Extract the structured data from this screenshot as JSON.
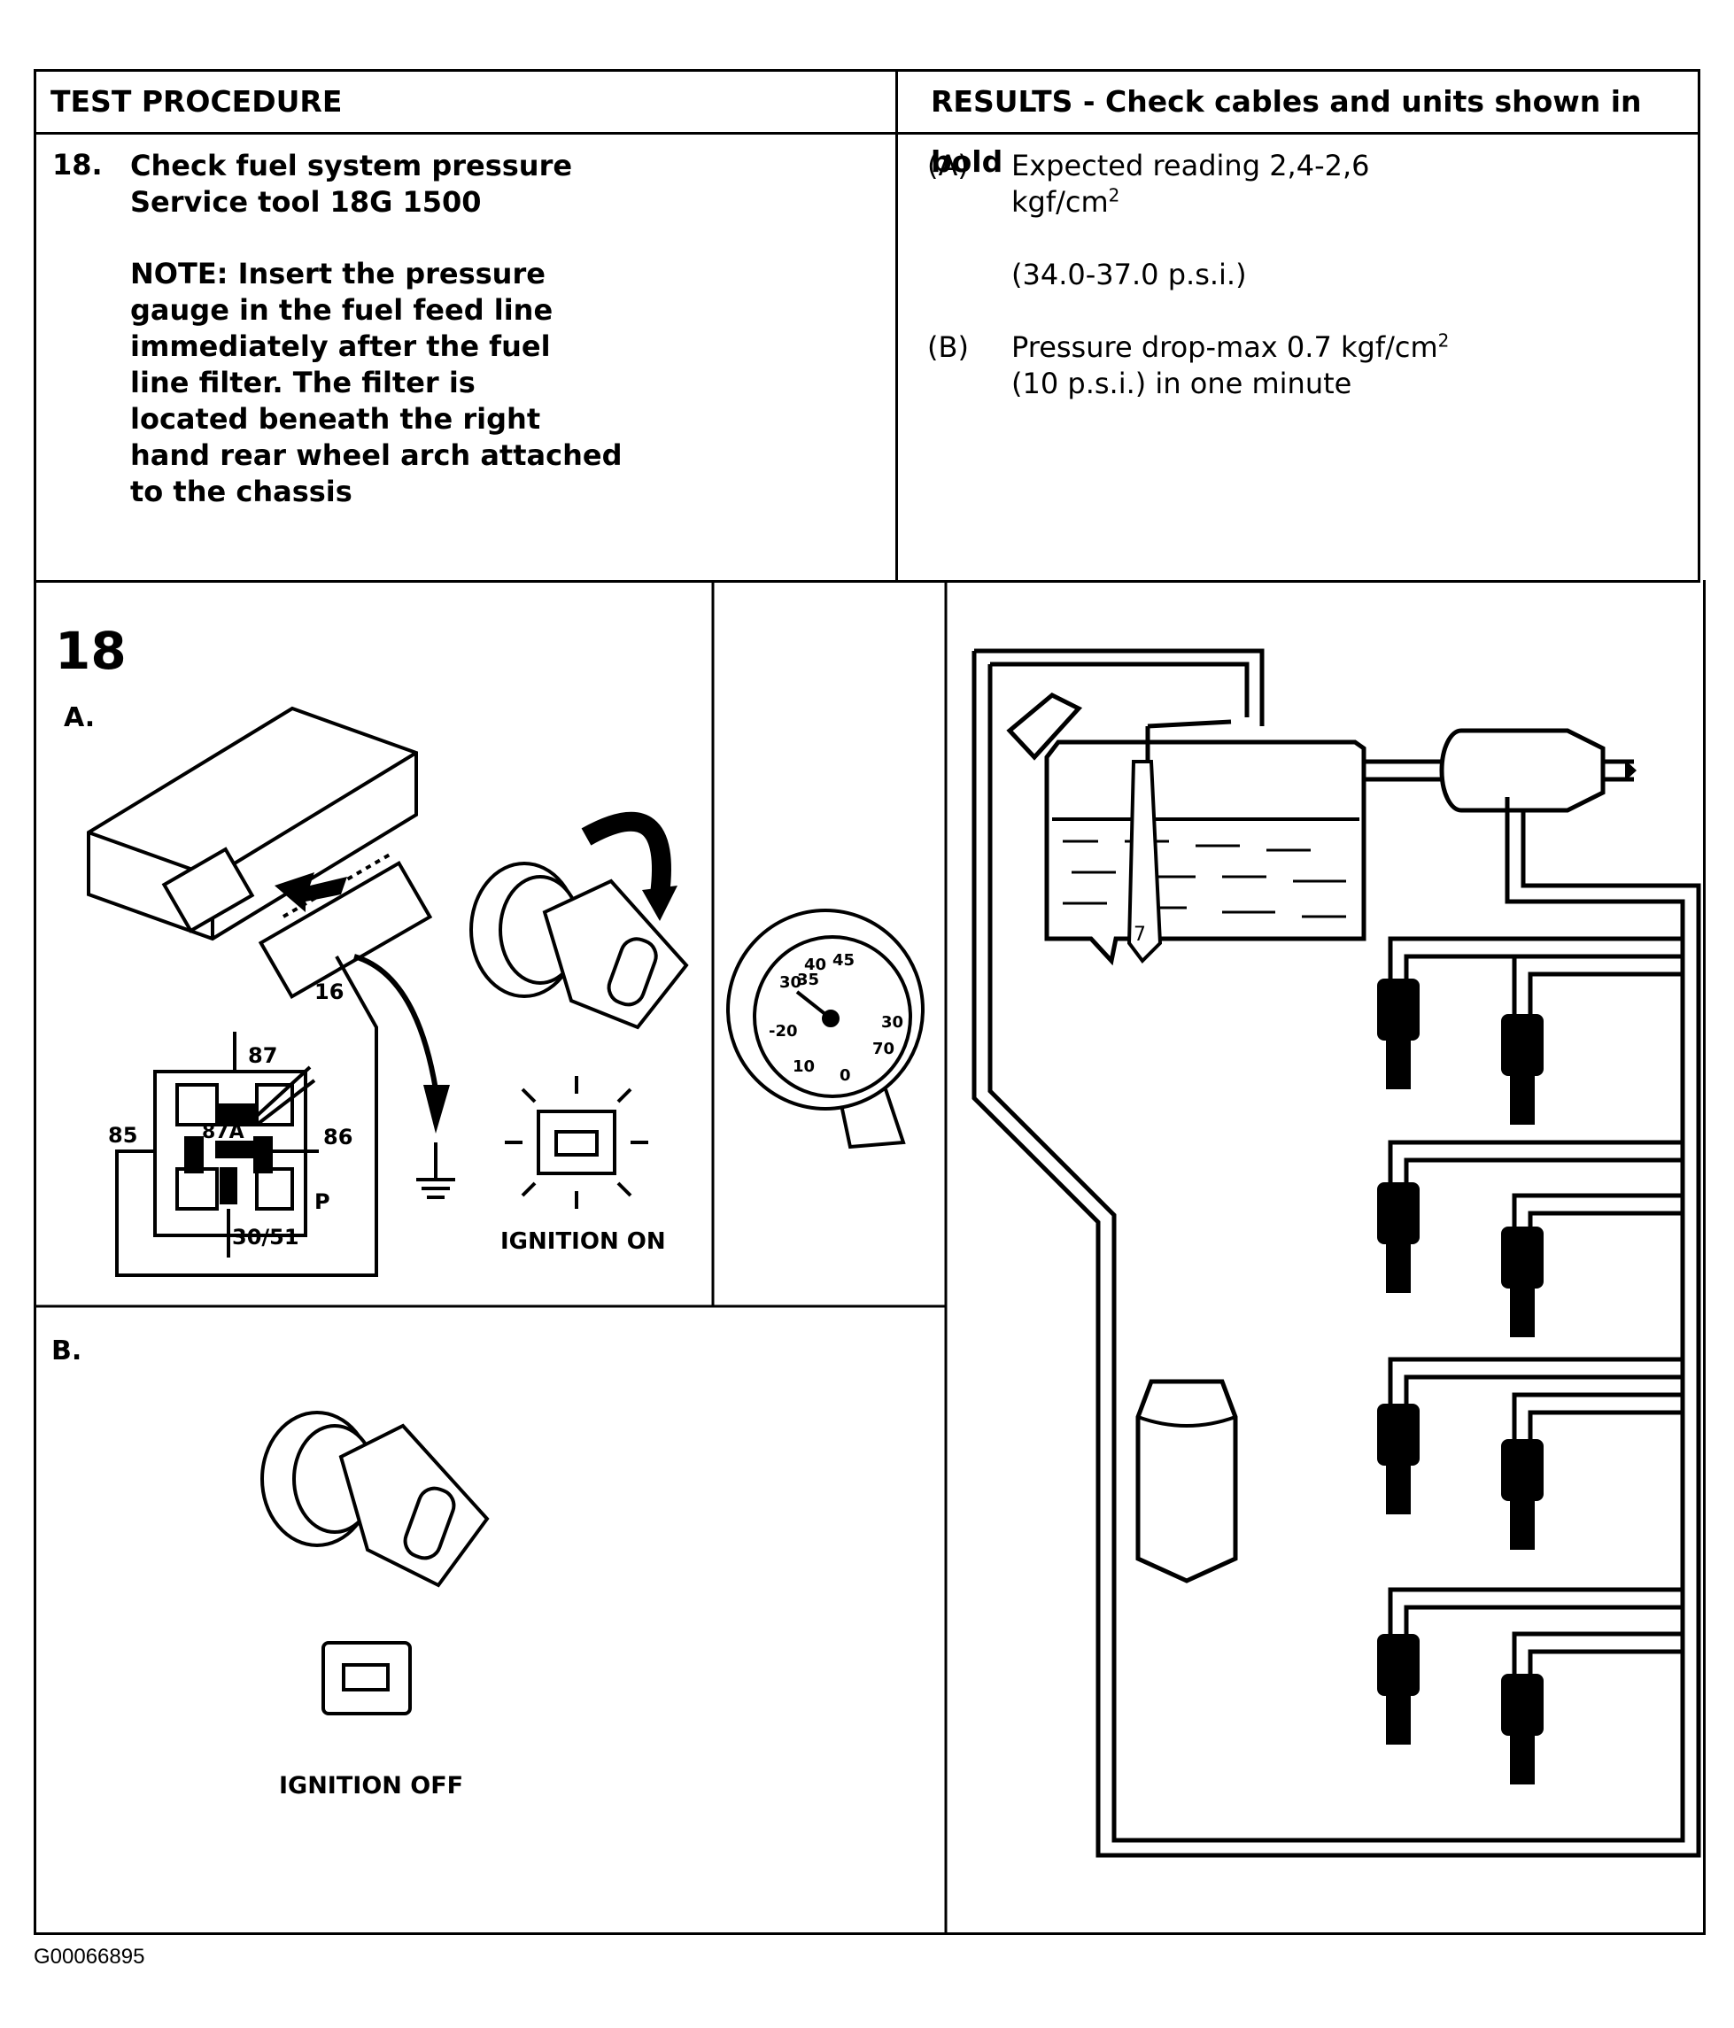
{
  "table": {
    "header_left": "TEST PROCEDURE",
    "header_right": "RESULTS - Check cables and units shown in bold",
    "step_number": "18.",
    "procedure_line1": "Check fuel system pressure",
    "procedure_line2": "Service tool 18G 1500",
    "note_lines": [
      "NOTE: Insert the pressure",
      "gauge in the fuel feed line",
      "immediately after the fuel",
      "line filter. The filter is",
      "located beneath the right",
      "hand rear wheel arch attached",
      "to the chassis"
    ],
    "results": {
      "a_label": "(A)",
      "a_line1": "Expected reading 2,4-2,6",
      "a_line2_prefix": "kgf/cm",
      "a_line2_sup": "2",
      "a_line3": "(34.0-37.0 p.s.i.)",
      "b_label": "(B)",
      "b_line1_prefix": "Pressure drop-max 0.7 kgf/cm",
      "b_line1_sup": "2",
      "b_line2": "(10 p.s.i.) in one minute"
    }
  },
  "diagram": {
    "figure_number": "18",
    "panel_a": "A.",
    "panel_b": "B.",
    "pin_16": "16",
    "relay_87": "87",
    "relay_87a": "87A",
    "relay_85": "85",
    "relay_86": "86",
    "relay_p": "P",
    "relay_3051": "30/51",
    "ignition_on": "IGNITION ON",
    "ignition_off": "IGNITION OFF",
    "gauge_ticks": [
      "40",
      "45",
      "30",
      "35",
      "-20",
      "10",
      "0",
      "70",
      "30"
    ],
    "pump_number": "7"
  },
  "footer": {
    "code": "G00066895"
  }
}
